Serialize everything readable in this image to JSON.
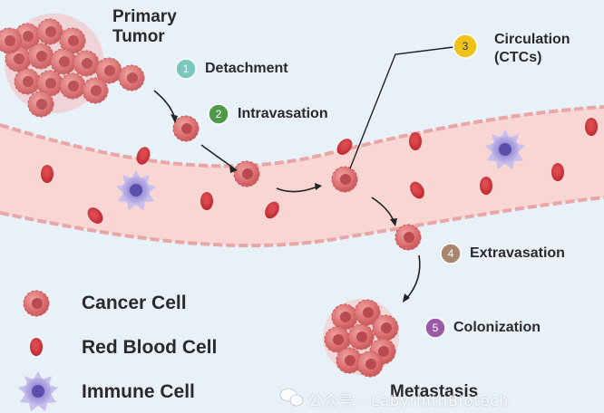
{
  "diagram": {
    "primary_tumor_label": "Primary\nTumor",
    "metastasis_label": "Metastasis",
    "steps": [
      {
        "number": "1",
        "label": "Detachment",
        "color": "#7cc7bd"
      },
      {
        "number": "2",
        "label": "Intravasation",
        "color": "#4f9a4a"
      },
      {
        "number": "3",
        "label": "Circulation\n(CTCs)",
        "color": "#efc21a"
      },
      {
        "number": "4",
        "label": "Extravasation",
        "color": "#a8856e"
      },
      {
        "number": "5",
        "label": "Colonization",
        "color": "#9b5aa6"
      }
    ],
    "legend": [
      {
        "label": "Cancer Cell",
        "icon": "cancer-cell-icon"
      },
      {
        "label": "Red Blood Cell",
        "icon": "red-blood-cell-icon"
      },
      {
        "label": "Immune Cell",
        "icon": "immune-cell-icon"
      }
    ],
    "watermark": "公众号 · LabyrinthBiotech",
    "colors": {
      "background": "#e8f1f8",
      "vessel": "#f7d6d4",
      "vessel_wall": "#e9a6a6",
      "cancer_cell": "#d96c6c",
      "red_blood_cell": "#c8282e",
      "immune_cell": "#a79ad8"
    }
  }
}
